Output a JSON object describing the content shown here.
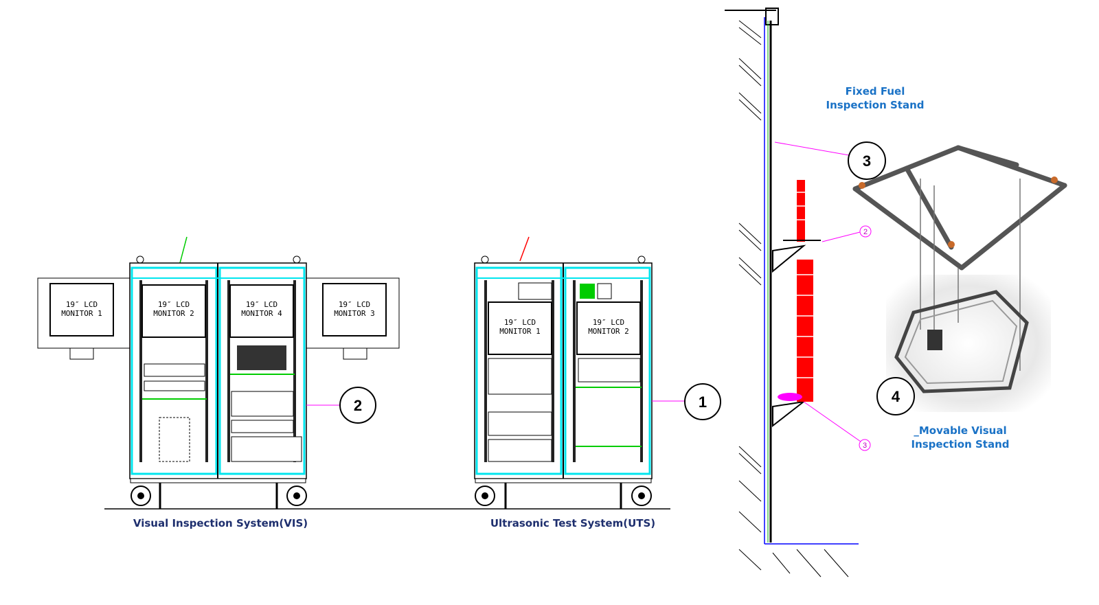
{
  "systems": {
    "vis": {
      "caption": "Visual Inspection System(VIS)",
      "monitors": [
        {
          "line1": "19″ LCD",
          "line2": "MONITOR 1"
        },
        {
          "line1": "19″ LCD",
          "line2": "MONITOR 2"
        },
        {
          "line1": "19″ LCD",
          "line2": "MONITOR 4"
        },
        {
          "line1": "19″ LCD",
          "line2": "MONITOR 3"
        }
      ],
      "callout": "2"
    },
    "uts": {
      "caption": "Ultrasonic Test System(UTS)",
      "monitors": [
        {
          "line1": "19″ LCD",
          "line2": "MONITOR 1"
        },
        {
          "line1": "19″ LCD",
          "line2": "MONITOR 2"
        }
      ],
      "callout": "1"
    }
  },
  "stands": {
    "fixed": {
      "line1": "Fixed Fuel",
      "line2": "Inspection Stand",
      "callout": "3"
    },
    "movable": {
      "line1": "_Movable Visual",
      "line2": "Inspection Stand",
      "callout": "4"
    },
    "small_callouts": [
      "2",
      "3"
    ]
  },
  "colors": {
    "frame": "#00e5ee",
    "leader": "#ff00ff",
    "caption": "#1e2f6e",
    "label": "#1a72c6",
    "marker": "#ff0000",
    "guide": "#0000ff"
  }
}
